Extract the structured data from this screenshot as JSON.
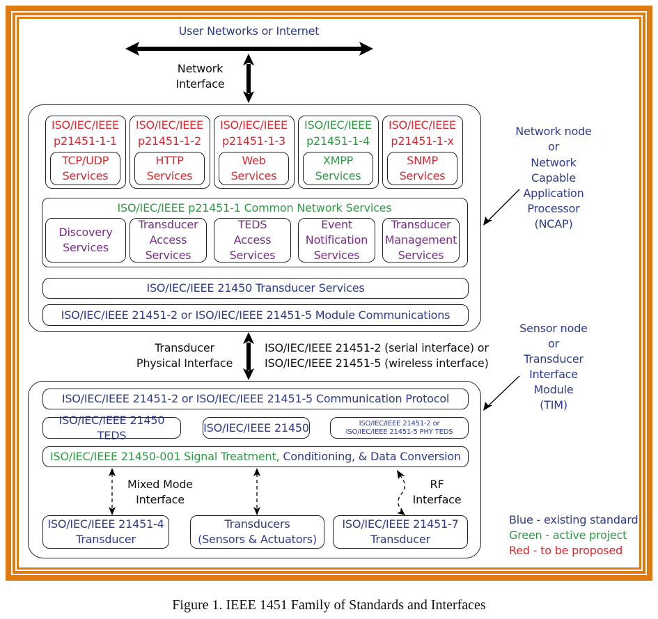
{
  "diagram": {
    "top_network": {
      "label": "User Networks or Internet",
      "interface_label_line1": "Network",
      "interface_label_line2": "Interface"
    },
    "ncap": {
      "callout_lines": [
        "Network node",
        "or",
        "Network",
        "Capable",
        "Application",
        "Processor",
        "(NCAP)"
      ],
      "protocol_boxes": [
        {
          "std_line1": "ISO/IEC/IEEE",
          "std_line2": "p21451-1-1",
          "service_line1": "TCP/UDP",
          "service_line2": "Services",
          "status": "red"
        },
        {
          "std_line1": "ISO/IEC/IEEE",
          "std_line2": "p21451-1-2",
          "service_line1": "HTTP",
          "service_line2": "Services",
          "status": "red"
        },
        {
          "std_line1": "ISO/IEC/IEEE",
          "std_line2": "p21451-1-3",
          "service_line1": "Web",
          "service_line2": "Services",
          "status": "red"
        },
        {
          "std_line1": "ISO/IEC/IEEE",
          "std_line2": "p21451-1-4",
          "service_line1": "XMPP",
          "service_line2": "Services",
          "status": "green"
        },
        {
          "std_line1": "ISO/IEC/IEEE",
          "std_line2": "p21451-1-x",
          "service_line1": "SNMP",
          "service_line2": "Services",
          "status": "red"
        }
      ],
      "common_services": {
        "title": "ISO/IEC/IEEE p21451-1 Common Network Services",
        "items": [
          {
            "line1": "Discovery",
            "line2": "Services",
            "line3": ""
          },
          {
            "line1": "Transducer",
            "line2": "Access",
            "line3": "Services"
          },
          {
            "line1": "TEDS",
            "line2": "Access",
            "line3": "Services"
          },
          {
            "line1": "Event",
            "line2": "Notification",
            "line3": "Services"
          },
          {
            "line1": "Transducer",
            "line2": "Management",
            "line3": "Services"
          }
        ]
      },
      "transducer_services": "ISO/IEC/IEEE 21450 Transducer Services",
      "module_communications": "ISO/IEC/IEEE 21451-2 or ISO/IEC/IEEE 21451-5 Module Communications"
    },
    "physical_interface": {
      "label_line1": "Transducer",
      "label_line2": "Physical Interface",
      "spec_line1": "ISO/IEC/IEEE 21451-2 (serial interface) or",
      "spec_line2": "ISO/IEC/IEEE 21451-5 (wireless interface)"
    },
    "tim": {
      "callout_lines": [
        "Sensor node",
        "or",
        "Transducer",
        "Interface",
        "Module",
        "(TIM)"
      ],
      "communication_protocol": "ISO/IEC/IEEE 21451-2 or ISO/IEC/IEEE 21451-5 Communication Protocol",
      "teds": "ISO/IEC/IEEE 21450 TEDS",
      "std_21450": "ISO/IEC/IEEE 21450",
      "phy_teds_line1": "ISO/IEC/IEEE 21451-2 or",
      "phy_teds_line2": "ISO/IEC/IEEE 21451-5 PHY TEDS",
      "signal_treatment_green": "ISO/IEC/IEEE 21450-001 Signal Treatment,",
      "signal_treatment_blue": " Conditioning, & Data Conversion",
      "mixed_mode_line1": "Mixed Mode",
      "mixed_mode_line2": "Interface",
      "rf_line1": "RF",
      "rf_line2": "Interface",
      "transducers": [
        {
          "line1": "ISO/IEC/IEEE 21451-4",
          "line2": "Transducer"
        },
        {
          "line1": "Transducers",
          "line2": "(Sensors & Actuators)"
        },
        {
          "line1": "ISO/IEC/IEEE 21451-7",
          "line2": "Transducer"
        }
      ]
    },
    "legend": [
      {
        "label": "Blue - existing standard",
        "color": "#2e3a8c"
      },
      {
        "label": "Green - active project",
        "color": "#2e9a44"
      },
      {
        "label": "Red - to be proposed",
        "color": "#e0262e"
      }
    ],
    "caption": "Figure 1.  IEEE 1451 Family of Standards and Interfaces"
  },
  "colors": {
    "frame_orange": "#dd7a12",
    "existing_blue": "#2e3a8c",
    "active_green": "#2e9a44",
    "proposed_red": "#e0262e",
    "service_purple": "#7a2e8c"
  }
}
